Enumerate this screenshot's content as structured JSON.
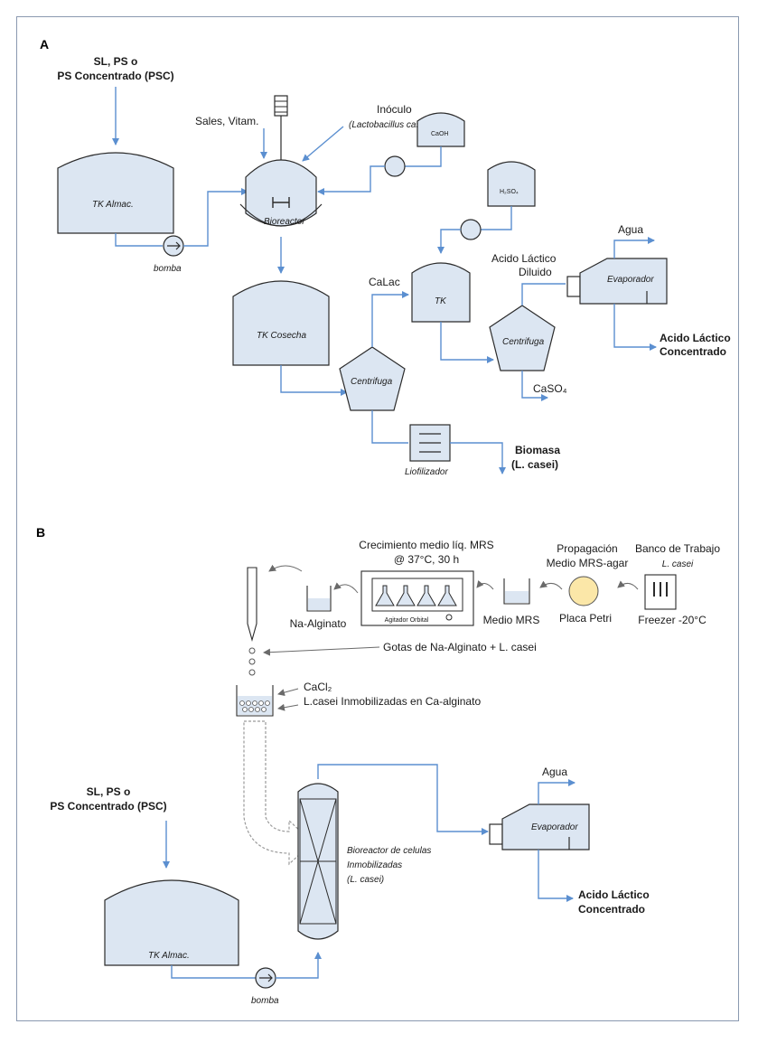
{
  "sections": {
    "a": "A",
    "b": "B"
  },
  "colors": {
    "equipment_fill": "#dce6f2",
    "pipe": "#5b8fd0",
    "outline": "#2b2b2b",
    "petri": "#fbe7a8"
  },
  "a": {
    "feed_line1": "SL, PS o",
    "feed_line2": "PS Concentrado (PSC)",
    "tank_storage": "TK Almac.",
    "pump": "bomba",
    "salts": "Sales, Vitam.",
    "inoculum_line1": "Inóculo",
    "inoculum_line2": "(Lactobacillus casei)",
    "caoh": "CaOH",
    "bioreactor": "Bioreactor",
    "h2so4": "H₂SO₄",
    "tk_harvest": "TK Cosecha",
    "calac": "CaLac",
    "tk": "TK",
    "centrifuge1": "Centrifuga",
    "centrifuge2": "Centrifuga",
    "lactic_dilute_line1": "Acido Láctico",
    "lactic_dilute_line2": "Diluido",
    "water": "Agua",
    "evaporator": "Evaporador",
    "lactic_conc_line1": "Acido Láctico",
    "lactic_conc_line2": "Concentrado",
    "caso4": "CaSO₄",
    "lyophilizer": "Liofilizador",
    "biomass_line1": "Biomasa",
    "biomass_line2": "(L. casei)"
  },
  "b": {
    "growth_line1": "Crecimiento medio líq. MRS",
    "growth_line2": "@ 37°C, 30 h",
    "propagation_line1": "Propagación",
    "propagation_line2": "Medio MRS-agar",
    "workbench_line1": "Banco de Trabajo",
    "workbench_line2": "L. casei",
    "na_alginate": "Na-Alginato",
    "orbital_shaker": "Agitador Orbital",
    "mrs_medium": "Medio MRS",
    "petri": "Placa Petri",
    "freezer": "Freezer -20°C",
    "drops": "Gotas de Na-Alginato + L. casei",
    "cacl2": "CaCl₂",
    "immobilized": "L.casei Inmobilizadas en Ca-alginato",
    "feed_line1": "SL, PS o",
    "feed_line2": "PS Concentrado (PSC)",
    "tank_storage": "TK Almac.",
    "pump": "bomba",
    "bioreactor_line1": "Bioreactor de celulas",
    "bioreactor_line2": "Inmobilizadas",
    "bioreactor_line3": "(L. casei)",
    "water": "Agua",
    "evaporator": "Evaporador",
    "lactic_conc_line1": "Acido Láctico",
    "lactic_conc_line2": "Concentrado"
  }
}
